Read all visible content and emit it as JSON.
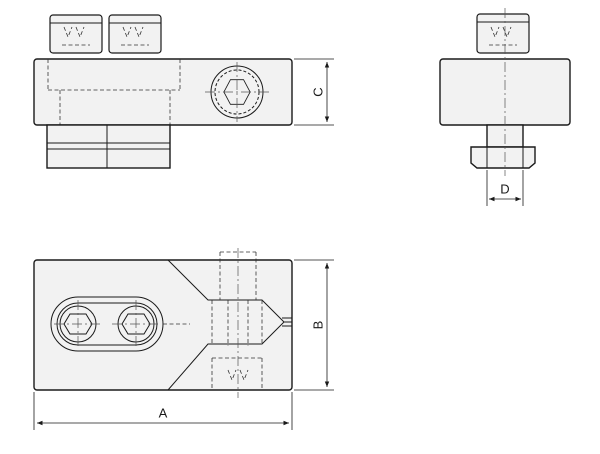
{
  "dimensions": {
    "a": "A",
    "b": "B",
    "c": "C",
    "d": "D"
  },
  "colors": {
    "line": "#1a1a1a",
    "fill": "#f2f2f2",
    "background": "#ffffff"
  }
}
